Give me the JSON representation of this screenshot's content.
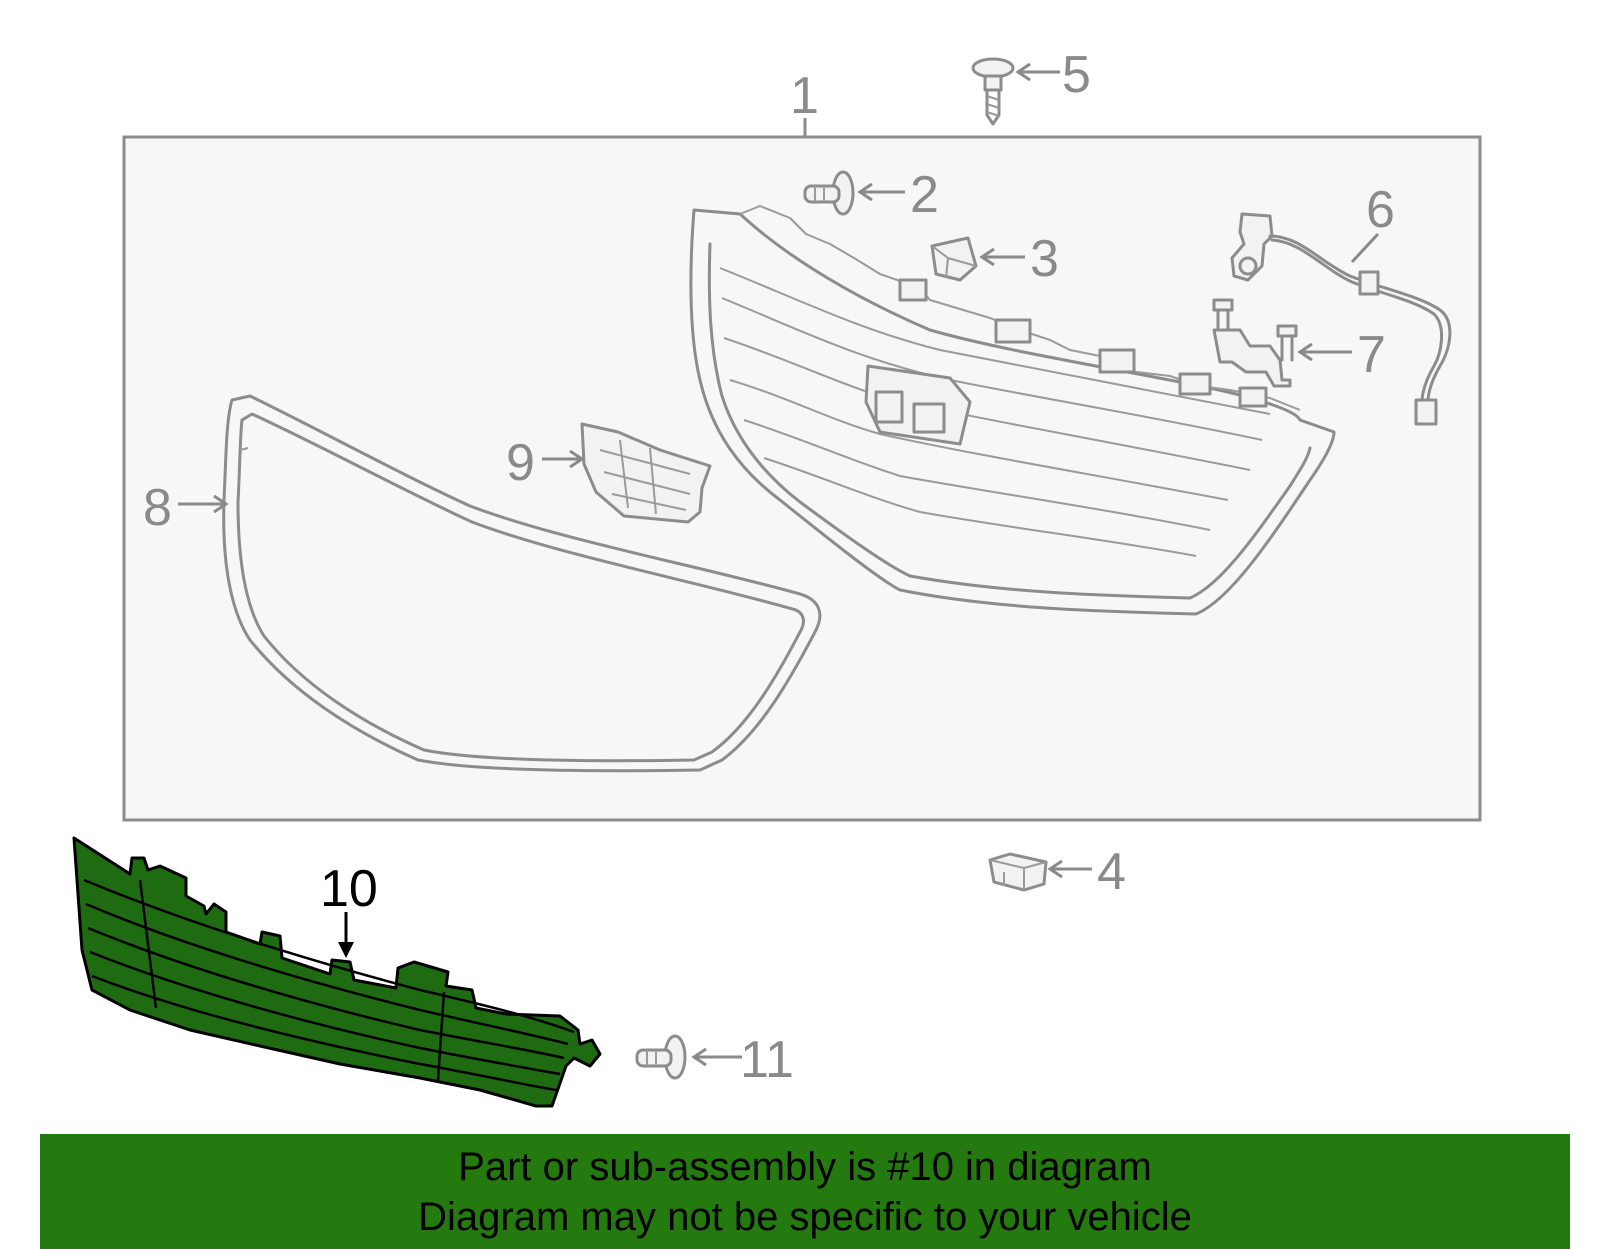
{
  "callouts": {
    "c1": "1",
    "c2": "2",
    "c3": "3",
    "c4": "4",
    "c5": "5",
    "c6": "6",
    "c7": "7",
    "c8": "8",
    "c9": "9",
    "c10": "10",
    "c11": "11"
  },
  "highlighted_part": "10",
  "colors": {
    "highlight_fill": "#1f6b12",
    "banner": "#247a0e",
    "part_outline": "#8c8c8c",
    "box_background": "#f7f7f7"
  },
  "banner": {
    "line1": "Part or sub-assembly is #10 in diagram",
    "line2": "Diagram may not be specific to your vehicle"
  }
}
